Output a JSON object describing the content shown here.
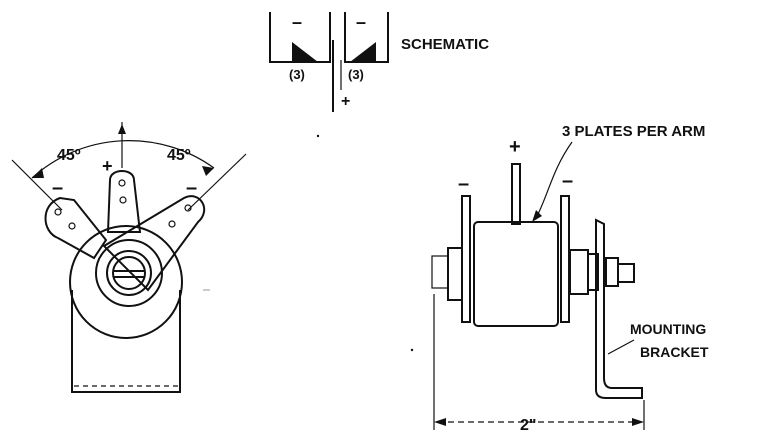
{
  "schematic": {
    "title": "SCHEMATIC",
    "minus_left": "–",
    "minus_right": "–",
    "count_left": "(3)",
    "count_right": "(3)",
    "plus": "+"
  },
  "front_view": {
    "angle_left": "45º",
    "angle_right": "45º",
    "plus": "+",
    "minus_left": "–",
    "minus_right": "–"
  },
  "side_view": {
    "plates_label": "3 PLATES PER ARM",
    "plus": "+",
    "minus_left": "–",
    "minus_right": "–",
    "bracket_label_1": "MOUNTING",
    "bracket_label_2": "BRACKET",
    "dimension": "2\""
  }
}
